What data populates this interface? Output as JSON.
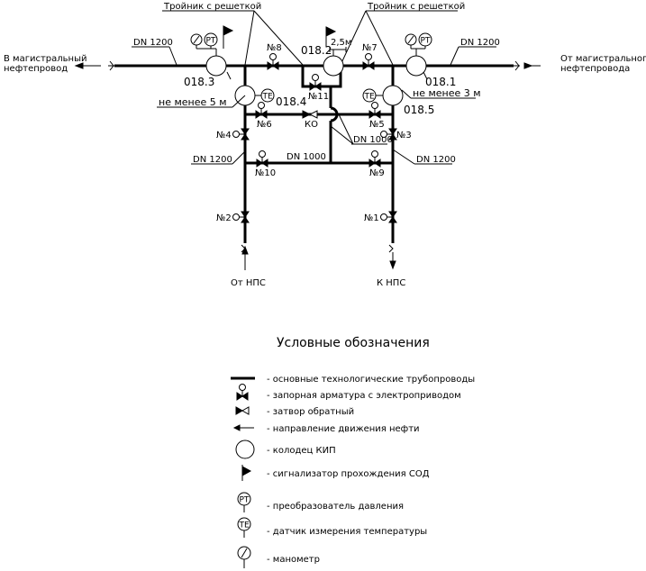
{
  "labels": {
    "tee_left": "Тройник с решеткой",
    "tee_right": "Тройник с решеткой",
    "dn1200_top_left": "DN 1200",
    "dn1200_top_right": "DN 1200",
    "to_main": "В магистральный\nнефтепровод",
    "from_main": "От магистрального\nнефтепровода",
    "pit_0183": "018.3",
    "pit_0182": "018.2",
    "pit_0181": "018.1",
    "pit_0184": "018.4",
    "pit_0185": "018.5",
    "dim_25m": "2,5м",
    "min_5m": "не менее 5 м",
    "min_3m": "не менее 3 м",
    "v8": "№8",
    "v7": "№7",
    "v11": "№11",
    "v6": "№6",
    "v5": "№5",
    "v4": "№4",
    "v3": "№3",
    "v10": "№10",
    "v9": "№9",
    "v2": "№2",
    "v1": "№1",
    "ko": "КО",
    "dn1000_a": "DN 1000",
    "dn1000_b": "DN 1000",
    "dn1200_mid_left": "DN 1200",
    "dn1200_mid_right": "DN 1200",
    "from_nps": "От НПС",
    "to_nps": "К НПС",
    "pt": "PT",
    "te": "TE"
  },
  "legend": {
    "title": "Условные обозначения",
    "items": [
      "- основные технологические трубопроводы",
      "- запорная арматура с электроприводом",
      "- затвор обратный",
      "- направление движения нефти",
      "- колодец КИП",
      "- сигнализатор прохождения СОД",
      "- преобразователь давления",
      "- датчик измерения температуры",
      "- манометр"
    ]
  }
}
